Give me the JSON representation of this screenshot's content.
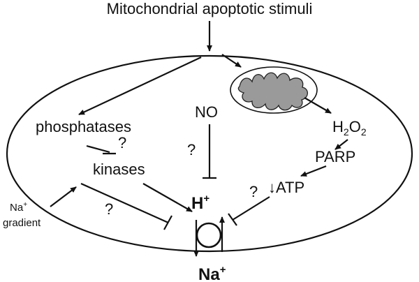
{
  "stimuli": "Mitochondrial apoptotic stimuli",
  "phosphatases": "phosphatases",
  "kinases": "kinases",
  "no": "NO",
  "h2o2_main": "H",
  "h2o2_sub": "2",
  "h2o2_rest": "O",
  "h2o2_sub2": "2",
  "parp": "PARP",
  "atp": "↓ATP",
  "h_plus_main": "H",
  "h_plus_sup": "+",
  "na_plus_main": "Na",
  "na_plus_sup": "+",
  "na_gradient_main": "Na",
  "na_gradient_sup": "+",
  "na_gradient_word": "gradient",
  "question_mark": "?"
}
